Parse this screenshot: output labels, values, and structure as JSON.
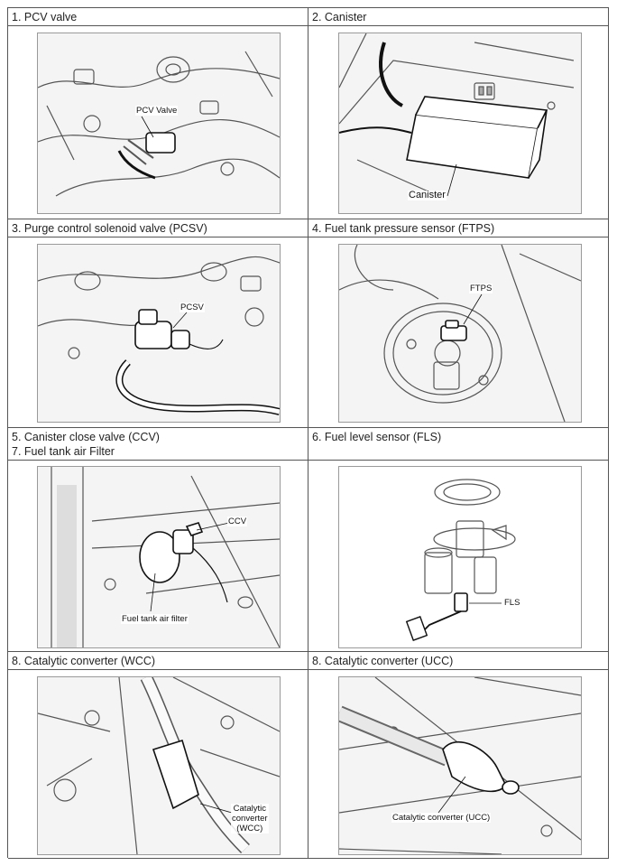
{
  "cells": [
    {
      "title": "1. PCV valve",
      "callout": "PCV Valve"
    },
    {
      "title": "2. Canister",
      "callout": "Canister"
    },
    {
      "title": "3. Purge control solenoid valve (PCSV)",
      "callout": "PCSV"
    },
    {
      "title": "4. Fuel tank pressure sensor (FTPS)",
      "callout": "FTPS"
    },
    {
      "title": "5. Canister close valve (CCV)",
      "title2": "7. Fuel tank air Filter",
      "callout": "CCV",
      "callout2": "Fuel tank air filter"
    },
    {
      "title": "6. Fuel level sensor (FLS)",
      "callout": "FLS"
    },
    {
      "title": "8. Catalytic converter (WCC)",
      "callout_lines": [
        "Catalytic",
        "converter",
        "(WCC)"
      ]
    },
    {
      "title": "8. Catalytic converter (UCC)",
      "callout": "Catalytic converter (UCC)"
    }
  ]
}
